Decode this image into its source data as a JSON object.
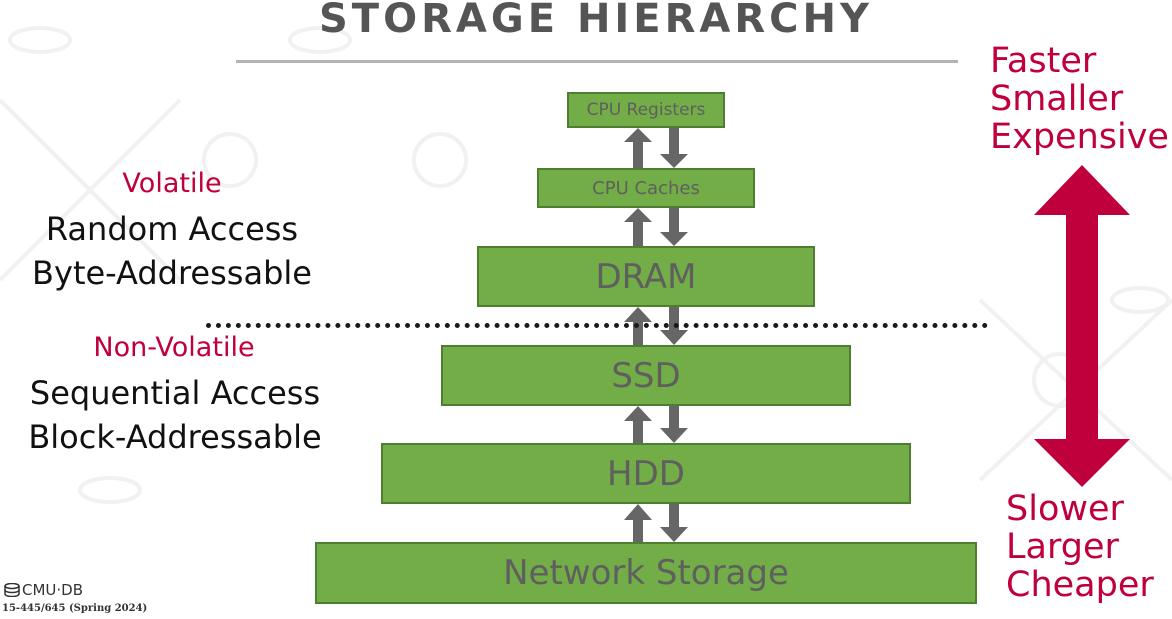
{
  "title": "STORAGE HIERARCHY",
  "levels": [
    {
      "label": "CPU Registers"
    },
    {
      "label": "CPU Caches"
    },
    {
      "label": "DRAM"
    },
    {
      "label": "SSD"
    },
    {
      "label": "HDD"
    },
    {
      "label": "Network Storage"
    }
  ],
  "left": {
    "volatile": {
      "heading": "Volatile",
      "line1": "Random Access",
      "line2": "Byte-Addressable"
    },
    "nonvolatile": {
      "heading": "Non-Volatile",
      "line1": "Sequential Access",
      "line2": "Block-Addressable"
    }
  },
  "right": {
    "top": [
      "Faster",
      "Smaller",
      "Expensive"
    ],
    "bottom": [
      "Slower",
      "Larger",
      "Cheaper"
    ]
  },
  "footer": {
    "logo": "CMU·DB",
    "course": "15-445/645 (Spring 2024)"
  },
  "colors": {
    "level_fill": "#72ad47",
    "accent_red": "#c0003c",
    "arrow_gray": "#666666"
  }
}
